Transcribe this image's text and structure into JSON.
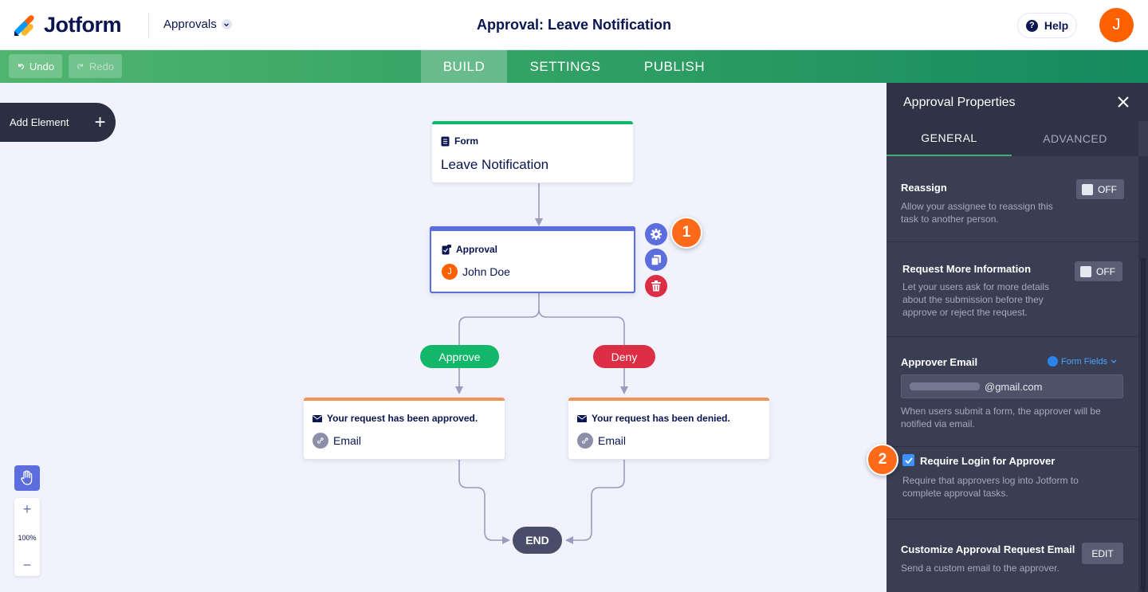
{
  "header": {
    "brand": "Jotform",
    "app_switcher": "Approvals",
    "title": "Approval: Leave Notification",
    "help": "Help",
    "avatar_initial": "J"
  },
  "toolbar": {
    "undo": "Undo",
    "redo": "Redo",
    "tabs": [
      "BUILD",
      "SETTINGS",
      "PUBLISH"
    ],
    "active_tab": "BUILD"
  },
  "canvas": {
    "add_element": "Add Element",
    "form_node": {
      "label": "Form",
      "value": "Leave Notification"
    },
    "approval_node": {
      "label": "Approval",
      "assignee": "John Doe",
      "assignee_initial": "J"
    },
    "approve_pill": "Approve",
    "deny_pill": "Deny",
    "approved_node": {
      "label": "Your request has been approved.",
      "value": "Email"
    },
    "denied_node": {
      "label": "Your request has been denied.",
      "value": "Email"
    },
    "end": "END",
    "zoom": {
      "plus": "+",
      "level": "100%",
      "minus": "−"
    },
    "badge_1": "1",
    "badge_2": "2"
  },
  "panel": {
    "title": "Approval Properties",
    "tabs": [
      "GENERAL",
      "ADVANCED"
    ],
    "reassign": {
      "title": "Reassign",
      "desc": "Allow your assignee to reassign this task to another person.",
      "toggle": "OFF"
    },
    "request_more": {
      "title": "Request More Information",
      "desc": "Let your users ask for more details about the submission before they approve or reject the request.",
      "toggle": "OFF"
    },
    "approver_email": {
      "title": "Approver Email",
      "form_fields": "Form Fields",
      "value_suffix": "@gmail.com",
      "desc": "When users submit a form, the approver will be notified via email."
    },
    "require_login": {
      "title": "Require Login for Approver",
      "desc": "Require that approvers log into Jotform to complete approval tasks."
    },
    "customize_email": {
      "title": "Customize Approval Request Email",
      "desc": "Send a custom email to the approver.",
      "button": "EDIT"
    }
  },
  "colors": {
    "green_accent": "#2e9e63",
    "form_top": "#12b76a",
    "approval_border": "#5c6dde",
    "approve_green": "#12b76a",
    "deny_red": "#dc2f45",
    "email_top": "#f29258",
    "badge_orange": "#ff6a1a"
  }
}
